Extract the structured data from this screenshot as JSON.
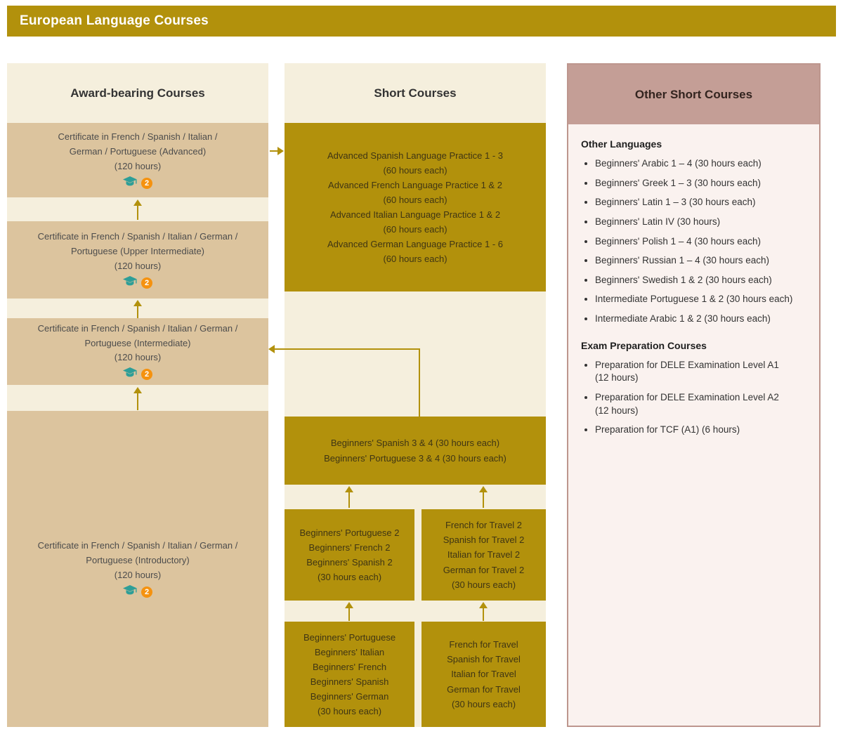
{
  "banner": {
    "title": "European Language Courses"
  },
  "colors": {
    "gold": "#b2910c",
    "cream": "#f5efdd",
    "tan": "#dcc49e",
    "mauve": "#c49e96",
    "light_pink": "#faf2ef",
    "badge_orange": "#f5920f",
    "icon_teal": "#2e9e97"
  },
  "award": {
    "header": "Award-bearing Courses",
    "certificates": [
      {
        "text": "Certificate in French / Spanish / Italian /\nGerman / Portuguese (Advanced)\n(120 hours)",
        "badge": "2"
      },
      {
        "text": "Certificate in French / Spanish / Italian / German /\nPortuguese (Upper Intermediate)\n(120 hours)",
        "badge": "2"
      },
      {
        "text": "Certificate in French / Spanish / Italian / German /\nPortuguese (Intermediate)\n(120 hours)",
        "badge": "2"
      },
      {
        "text": "Certificate in French / Spanish / Italian / German /\nPortuguese (Introductory)\n(120 hours)",
        "badge": "2"
      }
    ]
  },
  "short": {
    "header": "Short Courses",
    "advanced_box": "Advanced Spanish Language Practice 1 - 3\n(60 hours each)\nAdvanced French Language Practice 1 & 2\n(60 hours each)\nAdvanced Italian Language Practice 1 & 2\n(60 hours each)\nAdvanced German Language Practice 1 - 6\n(60 hours each)",
    "beginners34_box": "Beginners' Spanish 3 & 4  (30 hours each)\nBeginners' Portuguese 3 & 4  (30 hours each)",
    "beginners2_box": "Beginners' Portuguese 2\nBeginners' French 2\nBeginners' Spanish 2\n(30 hours each)",
    "travel2_box": "French for Travel 2\nSpanish for Travel 2\nItalian for Travel 2\nGerman for Travel 2\n(30 hours each)",
    "beginners1_box": "Beginners' Portuguese\nBeginners' Italian\nBeginners' French\nBeginners' Spanish\nBeginners' German\n(30 hours each)",
    "travel1_box": "French for Travel\nSpanish for Travel\nItalian for Travel\nGerman for Travel\n(30 hours each)"
  },
  "other": {
    "header": "Other Short Courses",
    "languages_title": "Other Languages",
    "languages": [
      "Beginners' Arabic 1 – 4 (30 hours each)",
      "Beginners' Greek 1 – 3 (30 hours each)",
      "Beginners' Latin 1 – 3 (30 hours each)",
      "Beginners' Latin IV (30 hours)",
      "Beginners' Polish 1 – 4 (30 hours each)",
      "Beginners' Russian 1 – 4 (30 hours each)",
      "Beginners' Swedish 1 & 2 (30 hours each)",
      "Intermediate Portuguese 1 & 2 (30 hours each)",
      "Intermediate Arabic 1 & 2 (30 hours each)"
    ],
    "exam_title": "Exam Preparation Courses",
    "exams": [
      "Preparation for DELE Examination Level A1\n(12 hours)",
      "Preparation for DELE Examination Level A2\n(12 hours)",
      "Preparation for TCF (A1) (6 hours)"
    ]
  }
}
